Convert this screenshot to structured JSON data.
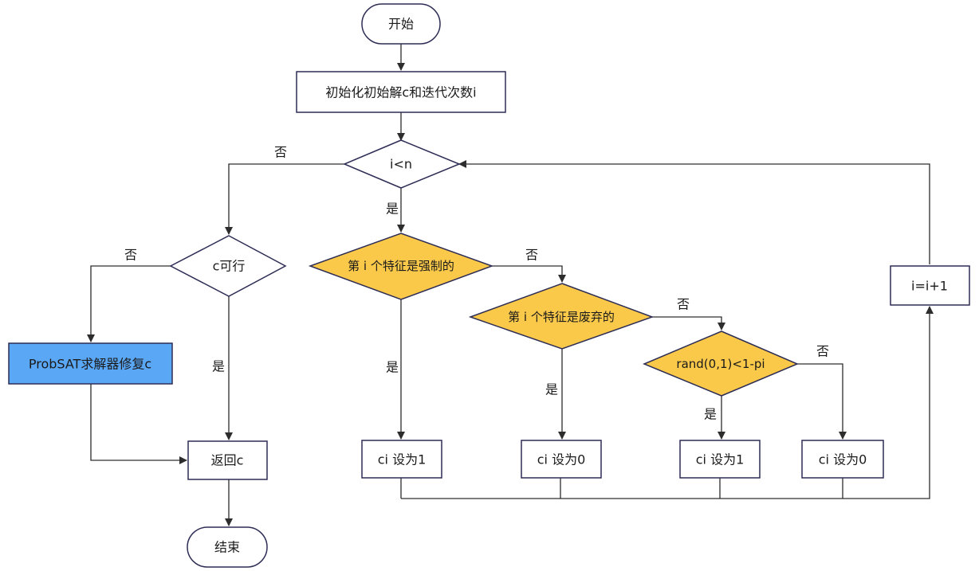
{
  "nodes": {
    "start": "开始",
    "init": "初始化初始解c和迭代次数i",
    "loop_check": "i<n",
    "feasible_check": "c可行",
    "repair": "ProbSAT求解器修复c",
    "return": "返回c",
    "end": "结束",
    "forced_check": "第 i 个特征是强制的",
    "abandoned_check": "第 i 个特征是废弃的",
    "rand_check": "rand(0,1)<1-pi",
    "set1_a": "ci 设为1",
    "set0_a": "ci 设为0",
    "set1_b": "ci 设为1",
    "set0_b": "ci 设为0",
    "increment": "i=i+1"
  },
  "edge_labels": {
    "loop_no": "否",
    "loop_yes": "是",
    "feasible_no": "否",
    "feasible_yes": "是",
    "forced_no": "否",
    "forced_yes": "是",
    "abandoned_no": "否",
    "abandoned_yes": "是",
    "rand_no": "否",
    "rand_yes": "是"
  },
  "colors": {
    "decision_highlight": "#fbc94a",
    "repair_fill": "#5aa7f5",
    "outline": "#2d2d55"
  }
}
